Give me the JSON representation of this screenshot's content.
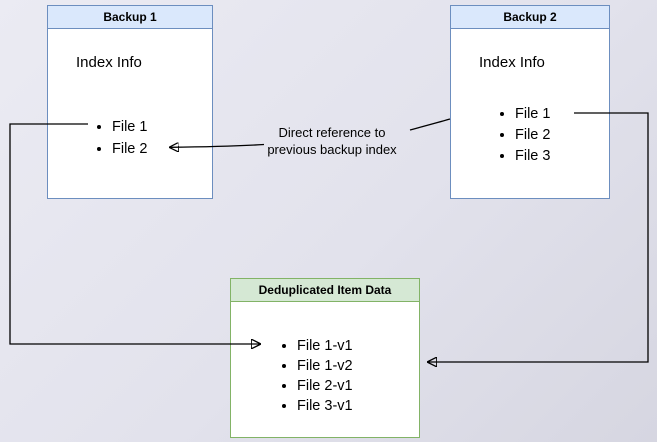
{
  "diagram": {
    "backup1": {
      "title": "Backup 1",
      "index_label": "Index Info",
      "files": [
        "File 1",
        "File 2"
      ]
    },
    "backup2": {
      "title": "Backup 2",
      "index_label": "Index Info",
      "files": [
        "File 1",
        "File 2",
        "File 3"
      ]
    },
    "dedup": {
      "title": "Deduplicated Item Data",
      "items": [
        "File 1-v1",
        "File 1-v2",
        "File 2-v1",
        "File 3-v1"
      ]
    },
    "annotation": {
      "line1": "Direct reference to",
      "line2": "previous backup index"
    },
    "colors": {
      "blue_border": "#6c8ebf",
      "blue_fill": "#dae8fc",
      "green_border": "#82b366",
      "green_fill": "#d5e8d4",
      "arrow": "#000000",
      "box_background": "#ffffff"
    }
  }
}
